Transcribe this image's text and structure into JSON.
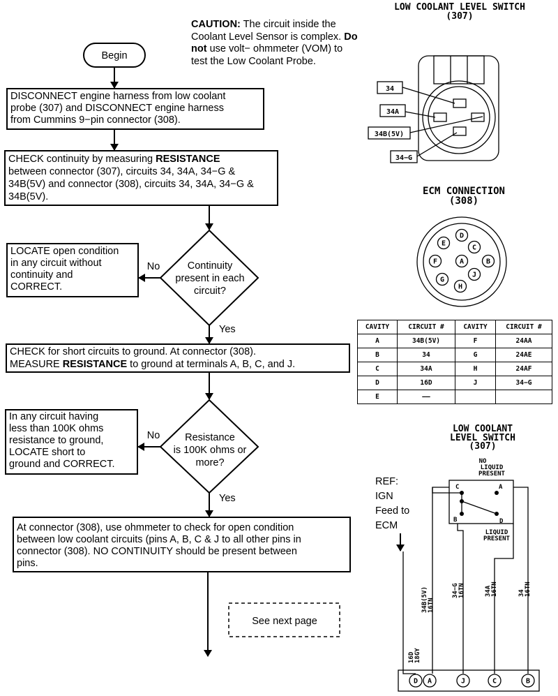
{
  "flowchart": {
    "begin": "Begin",
    "steps": [
      {
        "id": "disconnect",
        "lines": [
          "DISCONNECT engine harness from low coolant",
          "probe (307) and DISCONNECT engine harness",
          "from Cummins 9−pin connector (308)."
        ]
      },
      {
        "id": "check_continuity",
        "lines": [
          "CHECK continuity by measuring RESISTANCE",
          "between connector (307), circuits 34, 34A, 34−G &",
          "34B(5V) and connector (308), circuits 34, 34A, 34−G &",
          "34B(5V)."
        ]
      },
      {
        "id": "check_short",
        "lines": [
          "CHECK for short circuits to ground. At connector (308).",
          "MEASURE RESISTANCE to ground at terminals A, B, C, and J."
        ]
      },
      {
        "id": "open_condition",
        "lines": [
          "At connector (308), use ohmmeter to check for open condition",
          "between low coolant circuits (pins A, B, C & J to all other pins in",
          "connector (308). NO CONTINUITY should be present between",
          "pins."
        ]
      }
    ],
    "decisions": [
      {
        "id": "continuity_present",
        "lines": [
          "Continuity",
          "present in each",
          "circuit?"
        ],
        "no": "No",
        "yes": "Yes"
      },
      {
        "id": "resistance_100k",
        "lines": [
          "Resistance",
          "is 100K ohms or",
          "more?"
        ],
        "no": "No",
        "yes": "Yes"
      }
    ],
    "side_boxes": [
      {
        "id": "locate_open",
        "lines": [
          "LOCATE open condition",
          "in any circuit without",
          "continuity and",
          "CORRECT."
        ]
      },
      {
        "id": "locate_short",
        "lines": [
          "In any circuit having",
          "less than 100K ohms",
          "resistance to ground,",
          "LOCATE short to",
          "ground and CORRECT."
        ]
      }
    ],
    "next_page": "See next page"
  },
  "caution": {
    "label": "CAUTION:",
    "text1": " The circuit inside the Coolant Level Sensor is complex. ",
    "bold2": "Do not",
    "text2": " use volt− ohmmeter (VOM) to test the Low Coolant Probe."
  },
  "switch_connector": {
    "title": "LOW COOLANT LEVEL SWITCH",
    "number": "(307)",
    "labels": [
      "34",
      "34A",
      "34B(5V)",
      "34−G"
    ]
  },
  "ecm_connection": {
    "title": "ECM CONNECTION",
    "number": "(308)",
    "pins": [
      "D",
      "E",
      "C",
      "F",
      "A",
      "B",
      "G",
      "J",
      "H"
    ]
  },
  "cavity_table": {
    "headers": [
      "CAVITY",
      "CIRCUIT #",
      "CAVITY",
      "CIRCUIT #"
    ],
    "rows": [
      [
        "A",
        "34B(5V)",
        "F",
        "24AA"
      ],
      [
        "B",
        "34",
        "G",
        "24AE"
      ],
      [
        "C",
        "34A",
        "H",
        "24AF"
      ],
      [
        "D",
        "16D",
        "J",
        "34−G"
      ],
      [
        "E",
        "——",
        "",
        ""
      ]
    ]
  },
  "schematic": {
    "title1": "LOW COOLANT",
    "title2": "LEVEL SWITCH",
    "number": "(307)",
    "no_liquid": [
      "NO",
      "LIQUID",
      "PRESENT"
    ],
    "liquid": [
      "LIQUID",
      "PRESENT"
    ],
    "switch_pins": [
      "C",
      "A",
      "B",
      "D"
    ],
    "ref": [
      "REF:",
      "IGN",
      "Feed to",
      "ECM"
    ],
    "wires": [
      {
        "id": "16d",
        "circuit": "16D",
        "gauge": "18GY"
      },
      {
        "id": "34b",
        "circuit": "34B(5V)",
        "gauge": "16TN"
      },
      {
        "id": "34g",
        "circuit": "34−G",
        "gauge": "16TN"
      },
      {
        "id": "34a",
        "circuit": "34A",
        "gauge": "16TN"
      },
      {
        "id": "34",
        "circuit": "34",
        "gauge": "16TN"
      }
    ],
    "bottom_pins": [
      "D",
      "A",
      "J",
      "C",
      "B"
    ]
  }
}
